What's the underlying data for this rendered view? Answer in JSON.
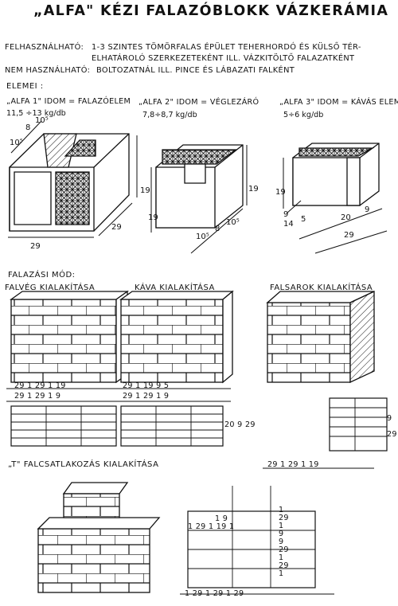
{
  "title": "„ALFA\" KÉZI FALAZÓBLOKK VÁZKERÁMIA",
  "usage": {
    "label_yes": "FELHASZNÁLHATÓ:",
    "text_yes_1": "1-3 SZINTES TÖMÖRFALAS ÉPÜLET TEHERHORDÓ ÉS KÜLSŐ TÉR-",
    "text_yes_2": "ELHATÁROLÓ SZERKEZETEKÉNT ILL. VÁZKITÖLTŐ FALAZATKÉNT",
    "label_no": "NEM HASZNÁLHATÓ:",
    "text_no": "BOLTOZATNÁL ILL. PINCE ÉS LÁBAZATI FALKÉNT"
  },
  "elements_heading": "ELEMEI :",
  "elements": [
    {
      "name": "„ALFA 1\" IDOM = FALAZÓELEM",
      "weight": "11,5 ÷13 kg/db"
    },
    {
      "name": "„ALFA 2\" IDOM = VÉGLEZÁRÓ",
      "weight": "7,8÷8,7 kg/db"
    },
    {
      "name": "„ALFA 3\" IDOM = KÁVÁS ELEM",
      "weight": "5÷6 kg/db"
    }
  ],
  "dims": {
    "a_105": "10⁵",
    "a_8": "8",
    "a_105b": "10⁵",
    "a_19": "19",
    "a_29": "29",
    "a_29b": "29",
    "b_19": "19",
    "b_19b": "19",
    "b_105": "10⁵",
    "b_8": "8",
    "b_105b": "10⁵",
    "c_19": "19",
    "c_9": "9",
    "c_14": "14",
    "c_5": "5",
    "c_20": "20",
    "c_9b": "9",
    "c_29": "29"
  },
  "laying_heading": "FALAZÁSI MÓD:",
  "sections": {
    "falveg": "FALVÉG KIALAKÍTÁSA",
    "kava": "KÁVA KIALAKÍTÁSA",
    "falsarok": "FALSAROK KIALAKÍTÁSA",
    "t": "„T\" FALCSATLAKOZÁS KIALAKÍTÁSA"
  },
  "bottom_dims": {
    "fv_row1": [
      "29",
      "1",
      "29",
      "1",
      "19"
    ],
    "fv_row2": [
      "29",
      "1",
      "29",
      "1",
      "9"
    ],
    "kv_row1": [
      "29",
      "1",
      "19",
      "9",
      "5"
    ],
    "kv_row2": [
      "29",
      "1",
      "29",
      "1",
      "9"
    ],
    "kv_side": [
      "20",
      "9",
      "29"
    ],
    "fs_side": [
      "9",
      "29"
    ],
    "fs_row": [
      "29",
      "1",
      "29",
      "1",
      "19"
    ],
    "t_top": [
      "1",
      "9"
    ],
    "t_mid": [
      "1",
      "29",
      "1",
      "19",
      "1"
    ],
    "t_side": [
      "1",
      "29",
      "1",
      "9",
      "9",
      "29",
      "1",
      "29",
      "1"
    ],
    "t_bot": [
      "1",
      "29",
      "1",
      "29",
      "1",
      "29"
    ]
  }
}
